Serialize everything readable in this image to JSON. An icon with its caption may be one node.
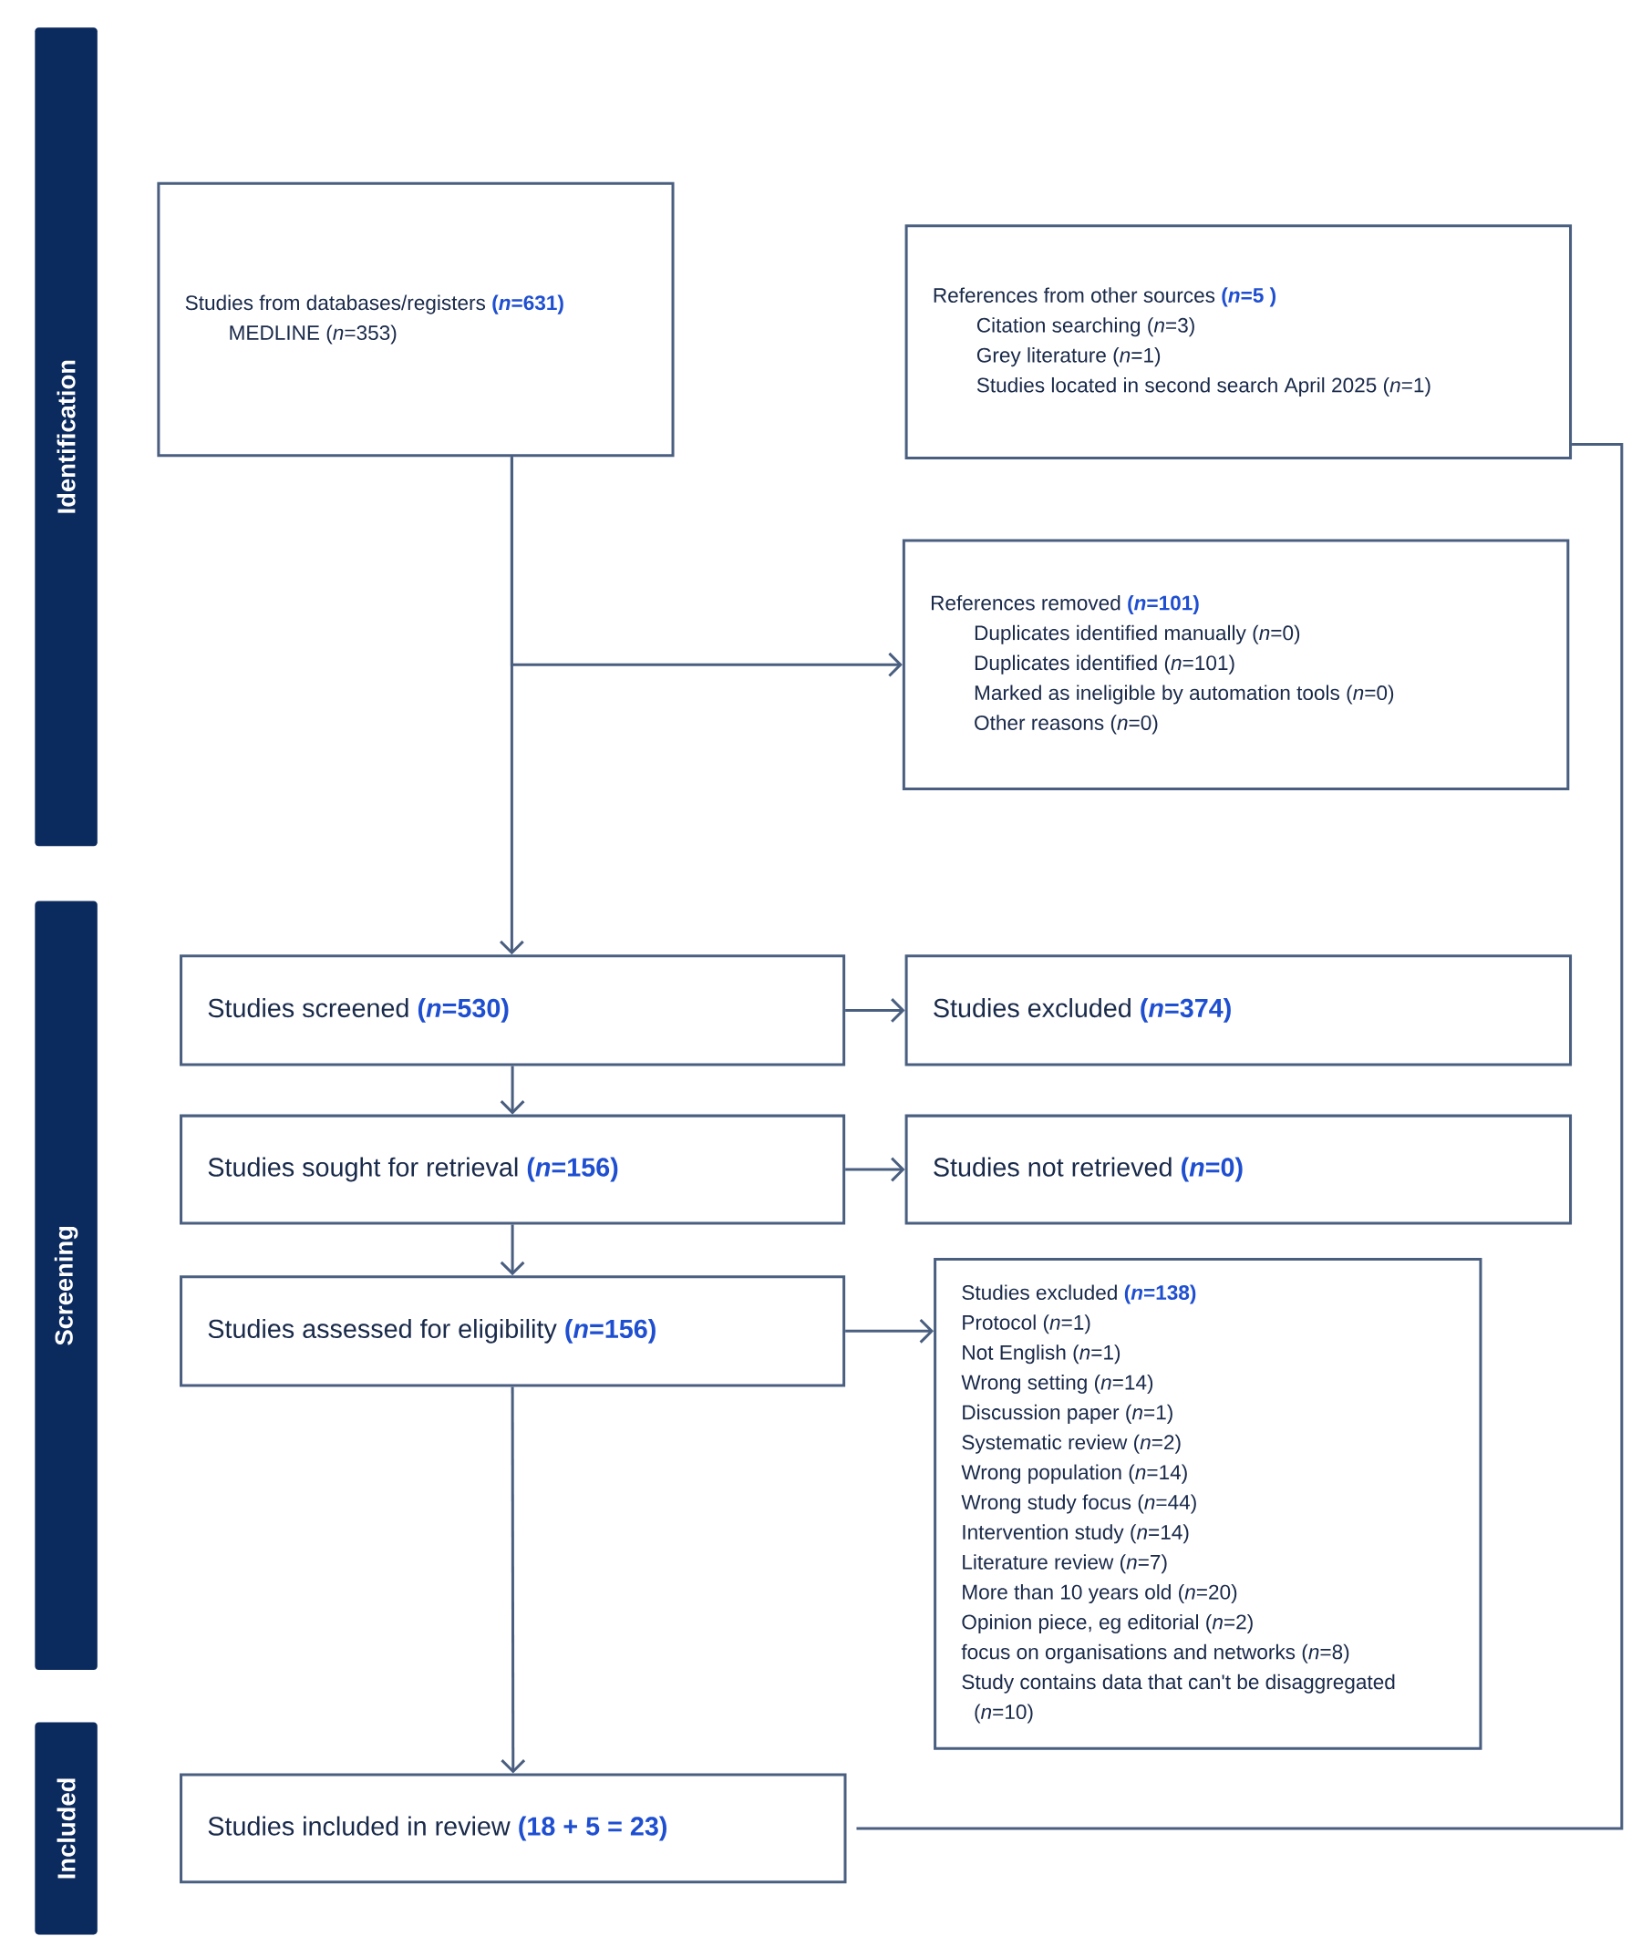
{
  "diagram": {
    "nodes": [
      {
        "text": [
          "Identification"
        ]
      },
      {
        "text": [
          "Screening"
        ]
      },
      {
        "text": [
          "Included"
        ]
      },
      {
        "text": [
          "Studies from databases/registers **(*n*=631)**",
          "MEDLINE (*n*=353)"
        ]
      },
      {
        "text": [
          "References from other sources **(*n*=5 )**",
          "Citation searching (*n*=3)",
          "Grey literature (*n*=1)",
          "Studies located in second search April 2025 (*n*=1)"
        ]
      },
      {
        "text": [
          "References removed **(*n*=101)**",
          "Duplicates identified manually (*n*=0)",
          "Duplicates identified (*n*=101)",
          "Marked as ineligible by automation tools (*n*=0)",
          "Other reasons (*n*=0)"
        ]
      },
      {
        "text": [
          "Studies screened **(*n*=530)**"
        ]
      },
      {
        "text": [
          "Studies excluded **(*n*=374)**"
        ]
      },
      {
        "text": [
          "Studies sought for retrieval **(*n*=156)**"
        ]
      },
      {
        "text": [
          "Studies not retrieved **(*n*=0)**"
        ]
      },
      {
        "text": [
          "Studies assessed for eligibility **(*n*=156)**"
        ]
      },
      {
        "text": [
          "Studies excluded **(*n*=138)**",
          "Protocol (*n*=1)",
          "Not English (*n*=1)",
          "Wrong setting (*n*=14)",
          "Discussion paper (*n*=1)",
          "Systematic review (*n*=2)",
          "Wrong population (*n*=14)",
          "Wrong study focus (*n*=44)",
          "Intervention study (*n*=14)",
          "Literature review (*n*=7)",
          "More than 10 years old (*n*=20)",
          "Opinion piece, eg editorial (*n*=2)",
          "focus on organisations and networks (*n*=8)",
          "Study contains data that can't be disaggregated (*n*=10)"
        ]
      },
      {
        "text": [
          "Studies included in review **(18 + 5 = 23)**"
        ]
      }
    ],
    "edges": [
      {
        "from": 3,
        "to": 6,
        "arrow": "to"
      },
      {
        "from": 3,
        "to": 5,
        "arrow": "to"
      },
      {
        "from": 6,
        "to": 7,
        "arrow": "to"
      },
      {
        "from": 6,
        "to": 8,
        "arrow": "to"
      },
      {
        "from": 8,
        "to": 9,
        "arrow": "to"
      },
      {
        "from": 8,
        "to": 10,
        "arrow": "to"
      },
      {
        "from": 10,
        "to": 11,
        "arrow": "to"
      },
      {
        "from": 10,
        "to": 12,
        "arrow": "to"
      },
      {
        "from": 4,
        "to": 12,
        "arrow": "none"
      }
    ]
  }
}
